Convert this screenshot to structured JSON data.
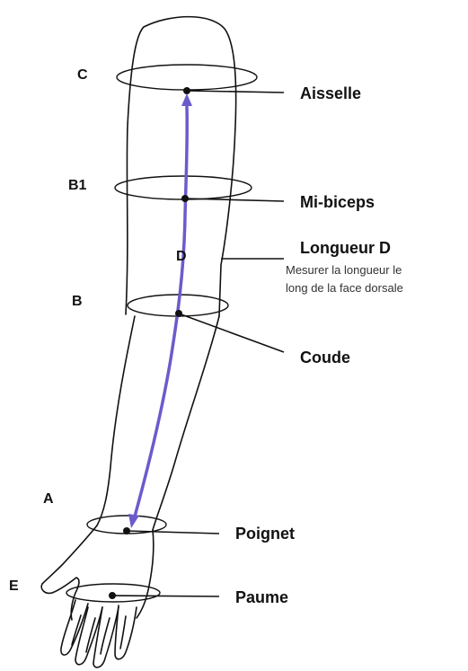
{
  "diagram": {
    "letters": {
      "c": "C",
      "b1": "B1",
      "d": "D",
      "b": "B",
      "a": "A",
      "e": "E"
    },
    "labels": {
      "aisselle": "Aisselle",
      "mi_biceps": "Mi-biceps",
      "longueur_d": "Longueur D",
      "longueur_note_line1": "Mesurer la longueur le",
      "longueur_note_line2": "long de la face dorsale",
      "coude": "Coude",
      "poignet": "Poignet",
      "paume": "Paume"
    },
    "colors": {
      "arrow": "#6a5ccb",
      "outline": "#111111"
    }
  }
}
